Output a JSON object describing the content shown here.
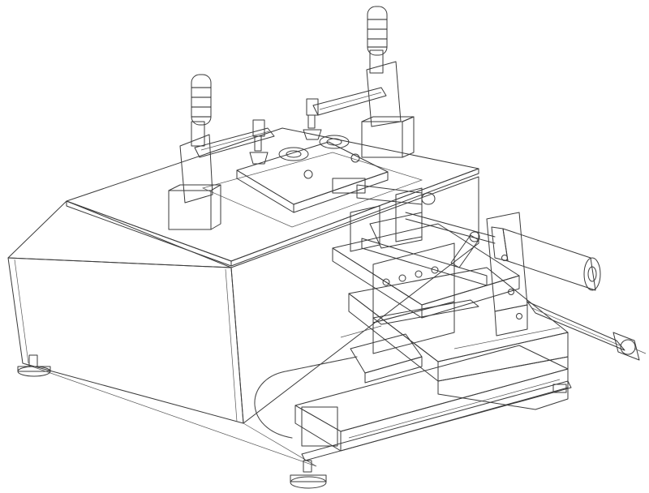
{
  "colors": {
    "background": "#ffffff",
    "outline": "#3a3a3a",
    "frame": "#ffffff",
    "top_plate": "#ffffff",
    "fixture_green": "#66d98c",
    "fixture_green_dark": "#3fae69",
    "clamp_handle_red": "#e0192a",
    "clamp_handle_red_dark": "#9c0f1a",
    "clamp_body_lavender": "#c6cfee",
    "clamp_body_shadow": "#8e98c4",
    "bracket_pink": "#e4b6e6",
    "bracket_pink_dark": "#b982bd",
    "slide_blue": "#7c86e8",
    "linear_axis_yellow": "#f4ee2e",
    "linear_axis_yellow_dark": "#b8ae10",
    "base_plate_cyan": "#bdf1f2",
    "cable_chain": "#2c2c2c",
    "lever_orange": "#f0a020",
    "cylinder_grey": "#e8ebf0",
    "cylinder_grey_dark": "#9aa0aa",
    "foot_yellow": "#efe62a"
  },
  "parts": [
    {
      "id": "machine-frame",
      "color_key": "frame"
    },
    {
      "id": "top-plate",
      "color_key": "top_plate"
    },
    {
      "id": "green-fixture",
      "color_key": "fixture_green"
    },
    {
      "id": "toggle-clamp-left",
      "color_key": "clamp_body_lavender"
    },
    {
      "id": "toggle-clamp-right",
      "color_key": "clamp_body_lavender"
    },
    {
      "id": "pink-bracket-assembly",
      "color_key": "bracket_pink"
    },
    {
      "id": "pneumatic-cylinder-upper",
      "color_key": "cylinder_grey"
    },
    {
      "id": "pneumatic-cylinder-lower",
      "color_key": "cylinder_grey"
    },
    {
      "id": "linear-axis-upper",
      "color_key": "linear_axis_yellow"
    },
    {
      "id": "linear-axis-lower",
      "color_key": "linear_axis_yellow"
    },
    {
      "id": "cable-chain",
      "color_key": "cable_chain"
    },
    {
      "id": "leveling-feet",
      "color_key": "foot_yellow"
    }
  ]
}
